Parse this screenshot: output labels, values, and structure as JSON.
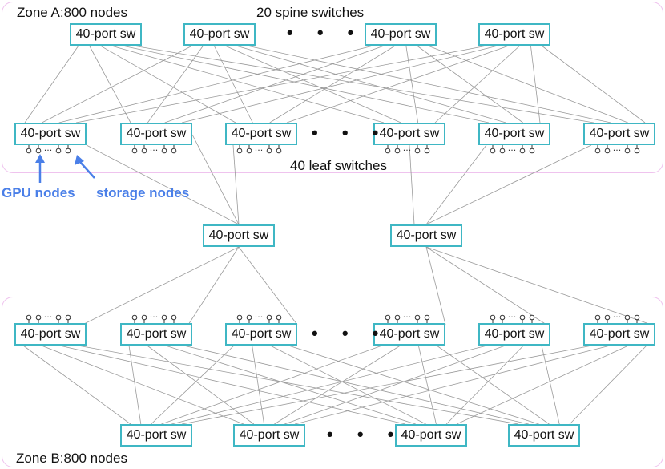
{
  "zone_a": {
    "title": "Zone A:800 nodes"
  },
  "zone_b": {
    "title": "Zone B:800 nodes"
  },
  "spine_label": "20 spine switches",
  "leaf_label": "40 leaf switches",
  "switch_label": "40-port sw",
  "ellipsis": "• • •",
  "node_ellipsis": "···",
  "annotations": {
    "gpu_nodes": "GPU nodes",
    "storage_nodes": "storage nodes"
  },
  "colors": {
    "switch_border": "#3fb7c4",
    "zone_border": "#efc3ee",
    "link": "#9a9a9a",
    "annotation": "#4a7fe8"
  }
}
